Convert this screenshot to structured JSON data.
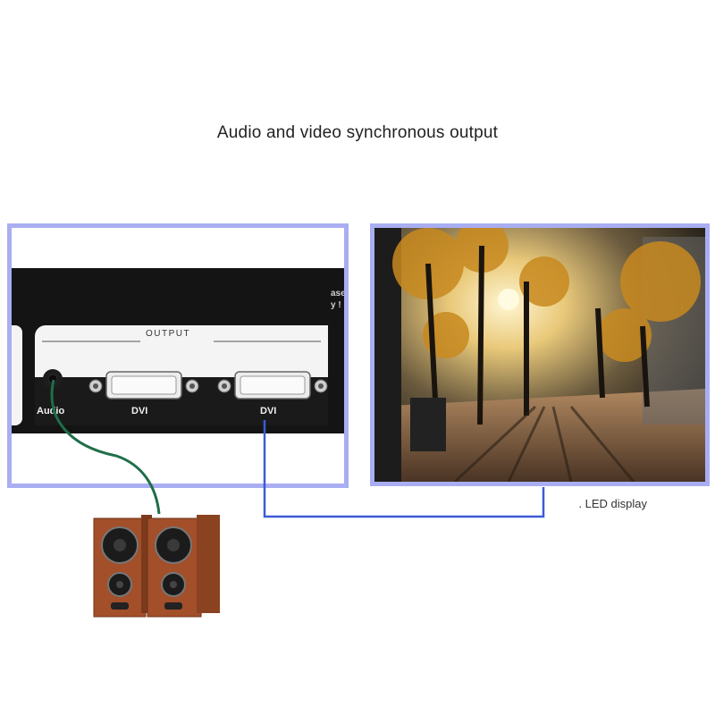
{
  "title": "Audio and video synchronous output",
  "device": {
    "panel_label": "OUTPUT",
    "port_labels": [
      "Audio",
      "DVI",
      "DVI"
    ],
    "cut_text": [
      "ase",
      "y !"
    ]
  },
  "display_caption": ". LED display",
  "colors": {
    "frame_border": "#a9aef2",
    "audio_cable": "#1f6f4a",
    "video_cable": "#3b5bd6",
    "device_body": "#141414",
    "speaker_wood": "#a24f2a"
  }
}
